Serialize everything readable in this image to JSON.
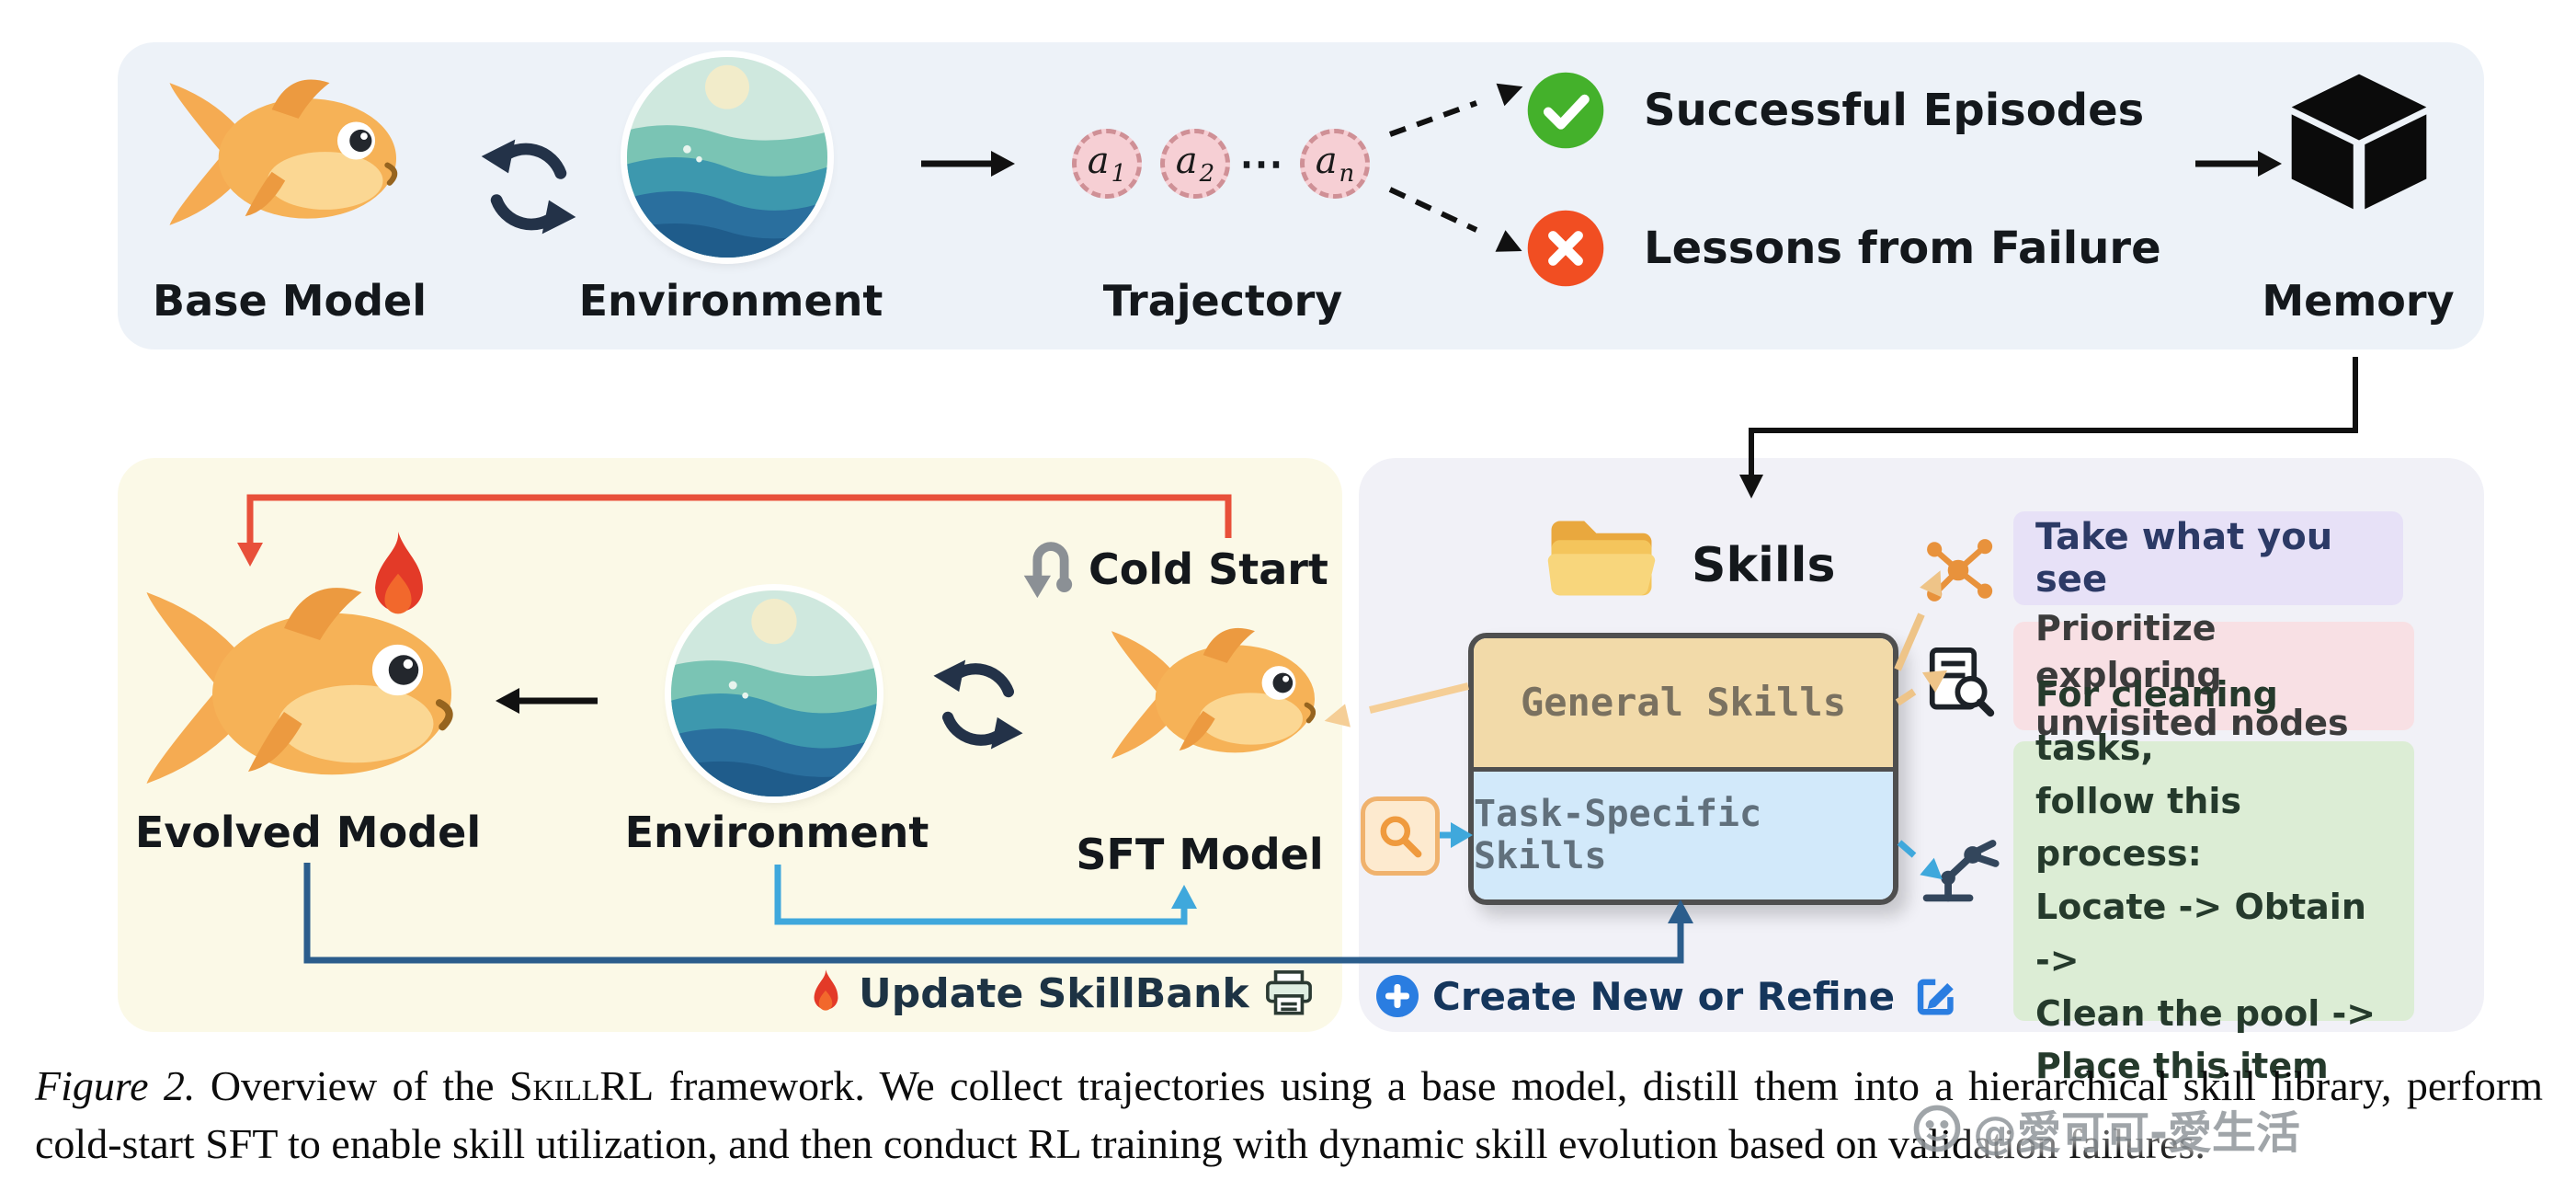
{
  "figure": {
    "pipeline": {
      "base_model_label": "Base Model",
      "environment_label": "Environment",
      "trajectory_label": "Trajectory",
      "tokens": [
        {
          "base": "a",
          "sub": "1"
        },
        {
          "base": "a",
          "sub": "2"
        },
        {
          "base": "a",
          "sub": "n"
        }
      ],
      "ellipsis": "⋯",
      "success_label": "Successful Episodes",
      "failure_label": "Lessons from Failure",
      "memory_label": "Memory"
    },
    "training": {
      "evolved_model_label": "Evolved Model",
      "environment_label": "Environment",
      "sft_model_label": "SFT Model",
      "cold_start_label": "Cold Start",
      "update_skillbank_label": "Update SkillBank"
    },
    "skills": {
      "skills_label": "Skills",
      "general_skills_label": "General Skills",
      "task_specific_label": "Task-Specific Skills",
      "create_new_label": "Create New or Refine",
      "cards": [
        {
          "text": "Take what you see"
        },
        {
          "text": "Prioritize exploring\nunvisited nodes"
        },
        {
          "text": "For cleaning tasks,\nfollow this process:\nLocate -> Obtain ->\nClean the pool ->\nPlace this item"
        }
      ]
    }
  },
  "caption": {
    "figure_label": "Figure 2.",
    "before_smallcaps": "Overview of the",
    "smallcaps_word": "SkillRL",
    "after_smallcaps": "framework. We collect trajectories using a base model, distill them into a hierarchical skill library, perform cold-start SFT to enable skill utilization, and then conduct RL training with dynamic skill evolution based on validation failures."
  },
  "watermark": "@愛可可-愛生活",
  "colors": {
    "panel_top": "#edf2f8",
    "panel_training": "#fbf9e7",
    "panel_skills": "#f1f1f7",
    "success_green": "#44b12b",
    "failure_red": "#f14e22",
    "rl_connector_red": "#e8503a",
    "cyan_connector": "#3fa8dc",
    "navy_connector": "#2b5d8c",
    "tan_connector": "#eec488",
    "general_skills_fill": "#f2daa9",
    "task_skills_fill": "#d2e9fa"
  }
}
